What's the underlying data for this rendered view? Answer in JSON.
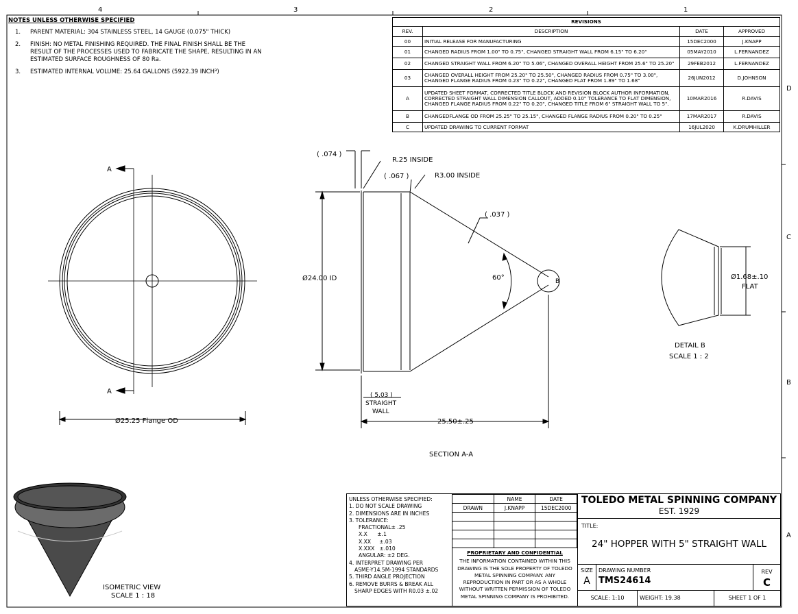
{
  "zones": {
    "top": [
      "4",
      "3",
      "2",
      "1"
    ],
    "right": [
      "D",
      "C",
      "B",
      "A"
    ]
  },
  "notes": {
    "heading": "NOTES UNLESS OTHERWISE SPECIFIED",
    "items": [
      {
        "n": "1.",
        "text": "PARENT MATERIAL: 304 STAINLESS STEEL, 14 GAUGE (0.075\" THICK)"
      },
      {
        "n": "2.",
        "text": "FINISH: NO METAL FINISHING REQUIRED.  THE FINAL FINISH SHALL BE THE RESULT OF THE PROCESSES USED TO FABRICATE THE SHAPE, RESULTING IN AN ESTIMATED SURFACE ROUGHNESS OF 80 Ra."
      },
      {
        "n": "3.",
        "text": "ESTIMATED INTERNAL VOLUME: 25.64 GALLONS (5922.39 INCH³)"
      }
    ]
  },
  "revisions": {
    "title": "REVISIONS",
    "headers": [
      "REV.",
      "DESCRIPTION",
      "DATE",
      "APPROVED"
    ],
    "rows": [
      [
        "00",
        "INITIAL RELEASE FOR MANUFACTURING",
        "15DEC2000",
        "J.KNAPP"
      ],
      [
        "01",
        "CHANGED RADIUS FROM 1.00\" TO 0.75\", CHANGED STRAIGHT WALL FROM 6.15\" TO 6.20\"",
        "05MAY2010",
        "L.FERNANDEZ"
      ],
      [
        "02",
        "CHANGED STRAIGHT WALL FROM 6.20\" TO 5.06\", CHANGED OVERALL HEIGHT FROM 25.6\" TO 25.20\"",
        "29FEB2012",
        "L.FERNANDEZ"
      ],
      [
        "03",
        "CHANGED OVERALL HEIGHT FROM 25.20\" TO 25.50\", CHANGED RADIUS FROM 0.75\" TO 3.00\", CHANGED FLANGE RADIUS FROM 0.23\" TO 0.22\", CHANGED FLAT FROM 1.89\" TO 1.68\"",
        "26JUN2012",
        "D.JOHNSON"
      ],
      [
        "A",
        "UPDATED SHEET FORMAT, CORRECTED TITLE BLOCK AND REVISION BLOCK AUTHOR INFORMATION, CORRECTED STRAIGHT WALL DIMENSION CALLOUT, ADDED 0.10\" TOLERANCE TO FLAT DIMENSION, CHANGED FLANGE RADIUS FROM 0.22\" TO 0.20\", CHANGED TITLE FROM 6\" STRAIGHT WALL TO 5\".",
        "10MAR2016",
        "R.DAVIS"
      ],
      [
        "B",
        "CHANGEDFLANGE OD FROM 25.25\" TO 25.15\", CHANGED FLANGE RADIUS FROM 0.20\" TO 0.25\"",
        "17MAR2017",
        "R.DAVIS"
      ],
      [
        "C",
        "UPDATED DRAWING TO CURRENT FORMAT",
        "16JUL2020",
        "K.DRUMHILLER"
      ]
    ]
  },
  "front_view": {
    "section_mark": "A",
    "flange_dim": "Ø25.25 Flange OD"
  },
  "section_view": {
    "thk1": "( .074 )",
    "r_inside": "R.25 INSIDE",
    "thk2": "( .067 )",
    "r3": "R3.00 INSIDE",
    "thk3": "( .037 )",
    "id": "Ø24.00 ID",
    "angle": "60°",
    "detail_mark": "B",
    "wall_dim": "( 5.03 )",
    "wall_l1": "STRAIGHT",
    "wall_l2": "WALL",
    "height": "25.50±.25",
    "label": "SECTION A-A"
  },
  "detail": {
    "flat1": "Ø1.68±.10",
    "flat2": "FLAT",
    "label": "DETAIL B",
    "scale": "SCALE 1 : 2"
  },
  "iso": {
    "label": "ISOMETRIC VIEW",
    "scale": "SCALE 1 : 18"
  },
  "title_block": {
    "spec": [
      "UNLESS OTHERWISE SPECIFIED:",
      "1. DO NOT SCALE DRAWING",
      "2. DIMENSIONS ARE IN INCHES",
      "3. TOLERANCE:",
      "FRACTIONAL± .25",
      "X.X      ±.1",
      "X.XX     ±.03",
      "X.XXX   ±.010",
      "ANGULAR: ±2 DEG.",
      "4. INTERPRET DRAWING PER",
      "ASME-Y14.5M-1994 STANDARDS",
      "5. THIRD ANGLE PROJECTION",
      "6. REMOVE BURRS & BREAK ALL",
      "SHARP EDGES WITH R0.03 ±.02"
    ],
    "name_h": "NAME",
    "date_h": "DATE",
    "drawn": "DRAWN",
    "drawn_name": "J.KNAPP",
    "drawn_date": "15DEC2000",
    "prop_h": "PROPRIETARY AND CONFIDENTIAL",
    "prop": "THE INFORMATION CONTAINED WITHIN THIS DRAWING IS THE SOLE PROPERTY OF TOLEDO METAL SPINNING COMPANY.  ANY REPRODUCTION IN PART OR AS A WHOLE WITHOUT WRITTEN PERMISSION OF TOLEDO METAL SPINNING COMPANY IS PROHIBITED.",
    "company": "TOLEDO METAL SPINNING COMPANY",
    "est": "EST. 1929",
    "title_l": "TITLE:",
    "title": "24\" HOPPER WITH 5\" STRAIGHT WALL",
    "size_l": "SIZE",
    "size": "A",
    "dwg_l": "DRAWING NUMBER",
    "dwg": "TMS24614",
    "rev_l": "REV",
    "rev": "C",
    "scale": "SCALE: 1:10",
    "weight": "WEIGHT: 19.38",
    "sheet": "SHEET 1 OF 1"
  }
}
